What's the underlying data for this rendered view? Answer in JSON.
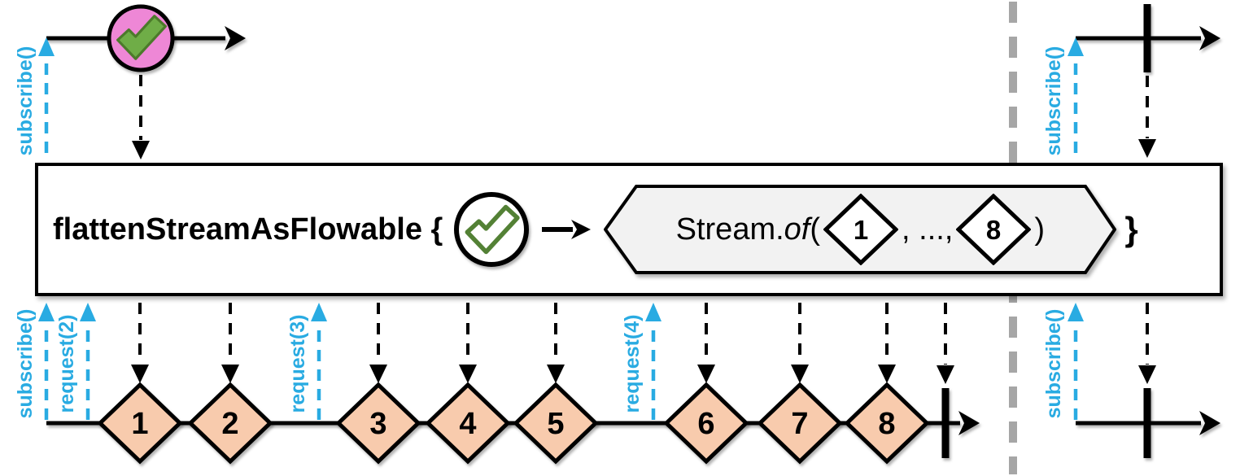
{
  "colors": {
    "signal_blue": "#29ABE2",
    "marble_pink": "#EE87D6",
    "check_green_fill": "#6FAD47",
    "check_green_dark": "#4C7A2B",
    "check_outline_green": "#538135",
    "diamond_peach": "#F8CBAD",
    "hexagon_fill": "#F2F2F2",
    "divider_gray": "#A6A6A6",
    "ink": "#000000"
  },
  "operator_box": {
    "label_open": "flattenStreamAsFlowable {",
    "stream_prefix": "Stream.",
    "stream_method": "of",
    "paren_open": "(",
    "first_value": "1",
    "ellipsis": ", ...,",
    "last_value": "8",
    "paren_close": ")",
    "label_close": "}"
  },
  "signals": {
    "top_left_subscribe": "subscribe()",
    "bottom_left_subscribe": "subscribe()",
    "request_2": "request(2)",
    "request_3": "request(3)",
    "request_4": "request(4)",
    "top_right_subscribe": "subscribe()",
    "bottom_right_subscribe": "subscribe()"
  },
  "output_stream": {
    "values": [
      "1",
      "2",
      "3",
      "4",
      "5",
      "6",
      "7",
      "8"
    ]
  }
}
